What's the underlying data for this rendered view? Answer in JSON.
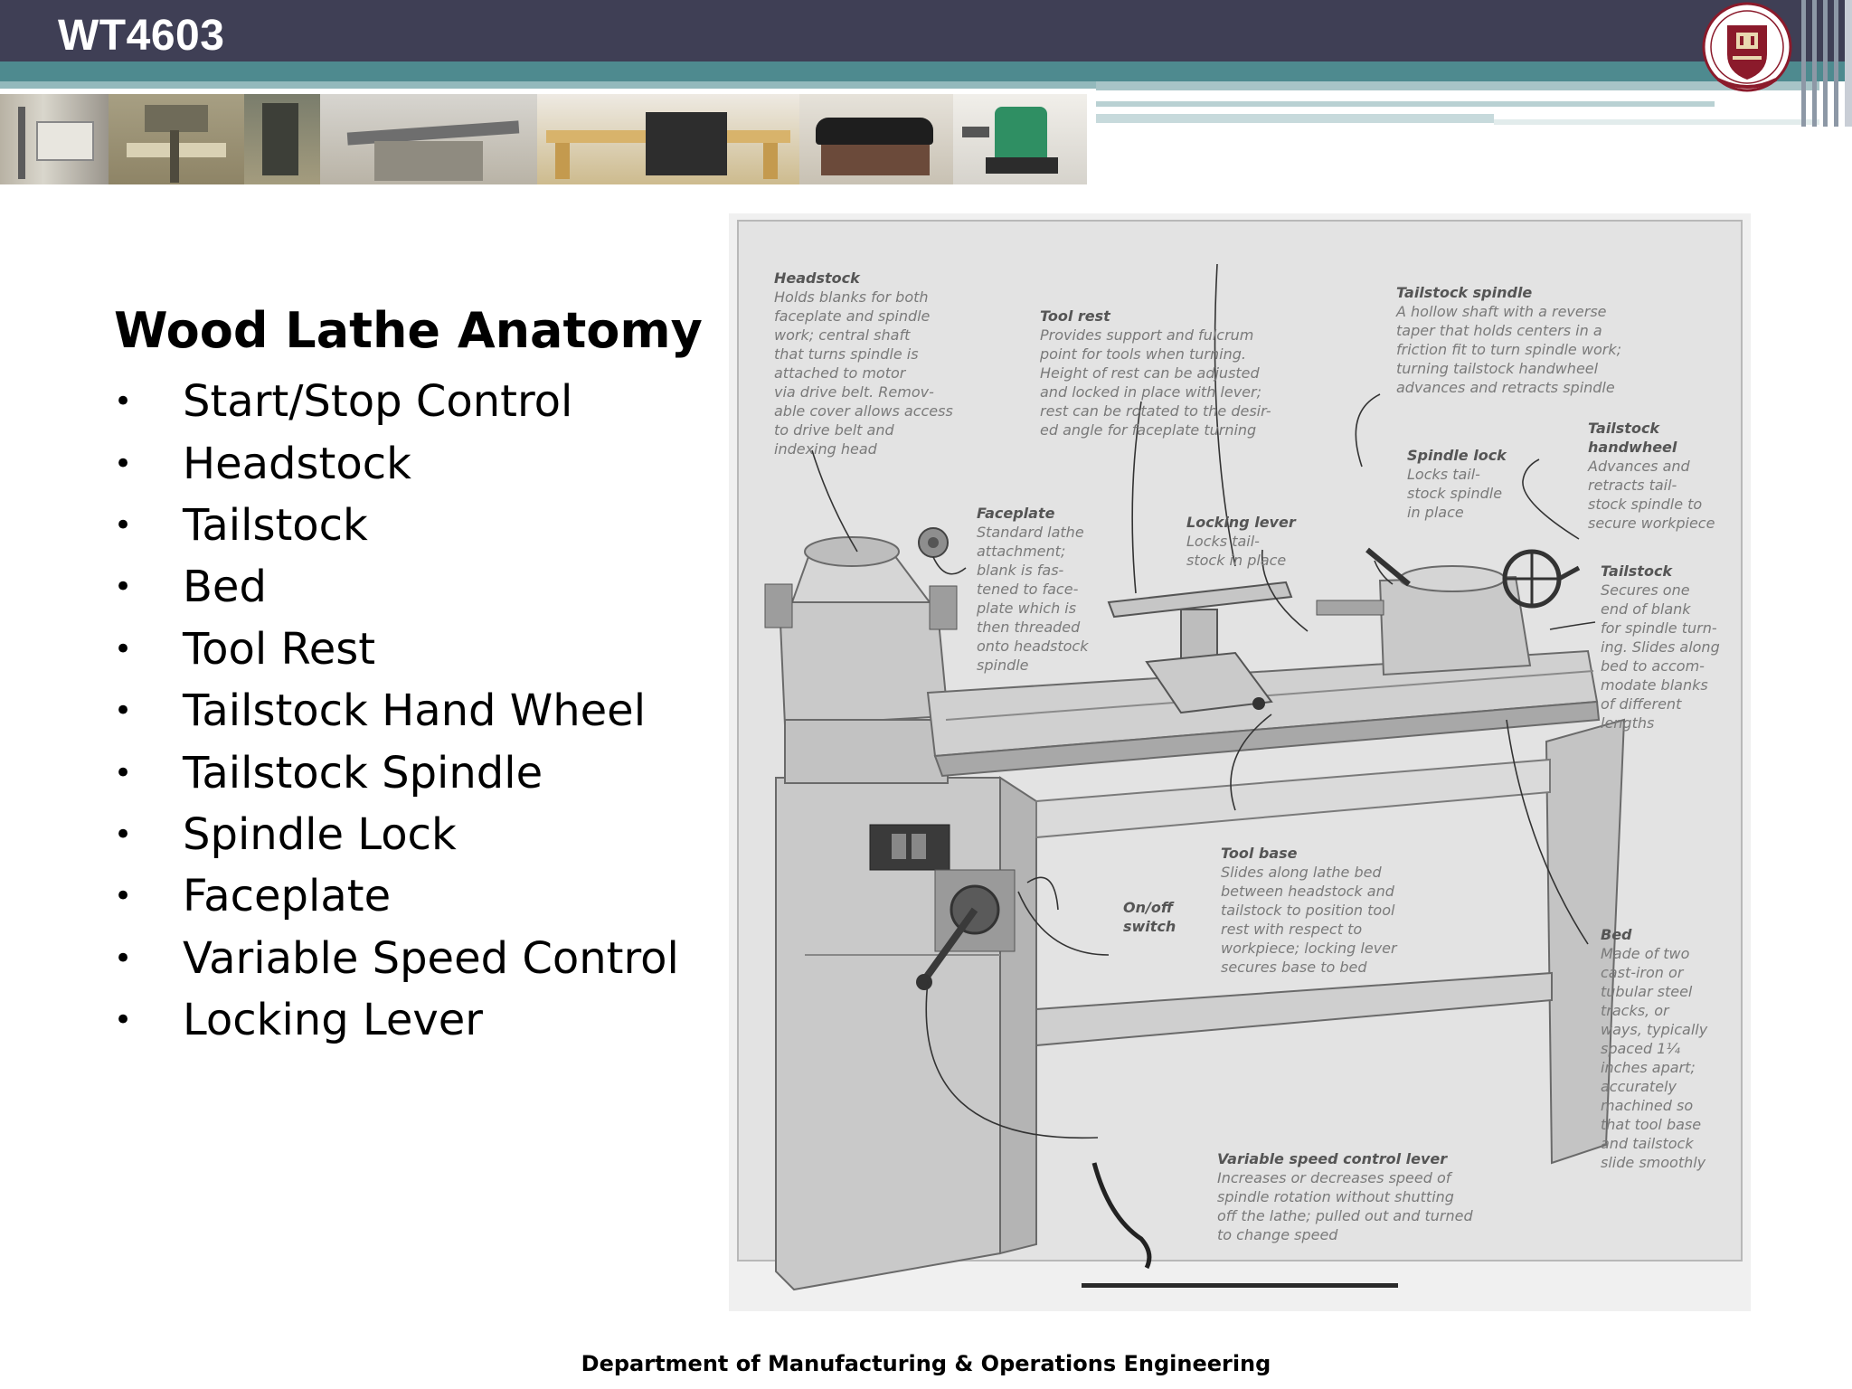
{
  "header": {
    "course_code": "WT4603"
  },
  "slide": {
    "title": "Wood Lathe Anatomy",
    "bullets": [
      "Start/Stop Control",
      "Headstock",
      "Tailstock",
      "Bed",
      "Tool Rest",
      "Tailstock Hand Wheel",
      "Tailstock Spindle",
      "Spindle Lock",
      "Faceplate",
      "Variable Speed Control",
      "Locking Lever"
    ],
    "bullet_glyph": "•"
  },
  "diagram": {
    "callouts": {
      "headstock": {
        "title": "Headstock",
        "body": "Holds blanks for both\nfaceplate and spindle\nwork; central shaft\nthat turns spindle is\nattached to motor\nvia drive belt. Remov-\nable cover allows access\nto drive belt and\nindexing head"
      },
      "tool_rest": {
        "title": "Tool rest",
        "body": "Provides support and fulcrum\npoint for tools when turning.\nHeight of rest can be adjusted\nand locked in place with lever;\nrest can be rotated to the desir-\ned angle for faceplate turning"
      },
      "tailstock_spindle": {
        "title": "Tailstock spindle",
        "body": "A hollow shaft with a reverse\ntaper that holds centers in a\nfriction fit to turn spindle work;\nturning tailstock handwheel\nadvances and retracts spindle"
      },
      "tailstock_handwheel": {
        "title": "Tailstock\nhandwheel",
        "body": "Advances and\nretracts tail-\nstock spindle to\nsecure workpiece"
      },
      "spindle_lock": {
        "title": "Spindle lock",
        "body": "Locks tail-\nstock spindle\nin place"
      },
      "faceplate": {
        "title": "Faceplate",
        "body": "Standard lathe\nattachment;\nblank is fas-\ntened to face-\nplate which is\nthen threaded\nonto headstock\nspindle"
      },
      "locking_lever": {
        "title": "Locking lever",
        "body": "Locks tail-\nstock in place"
      },
      "tailstock": {
        "title": "Tailstock",
        "body": "Secures one\nend of blank\nfor spindle turn-\ning. Slides along\nbed to accom-\nmodate blanks\nof different\nlengths"
      },
      "tool_base": {
        "title": "Tool base",
        "body": "Slides along lathe bed\nbetween headstock and\ntailstock to position tool\nrest with respect to\nworkpiece; locking lever\nsecures base to bed"
      },
      "on_off_switch": {
        "title": "On/off\nswitch",
        "body": ""
      },
      "bed": {
        "title": "Bed",
        "body": "Made of two\ncast-iron or\ntubular steel\ntracks, or\nways, typically\nspaced 1¼\ninches apart;\naccurately\nmachined so\nthat tool base\nand tailstock\nslide smoothly"
      },
      "variable_speed": {
        "title": "Variable speed control lever",
        "body": "Increases or decreases speed of\nspindle rotation without shutting\noff the lathe; pulled out and turned\nto change speed"
      }
    }
  },
  "footer": {
    "department": "Department of Manufacturing & Operations Engineering"
  },
  "colors": {
    "header_dark": "#3f3f55",
    "header_teal": "#4e8a8f",
    "crest_red": "#8b1a2b",
    "diagram_bg": "#e6e6e6",
    "lathe_fill": "#cfcfcf"
  }
}
